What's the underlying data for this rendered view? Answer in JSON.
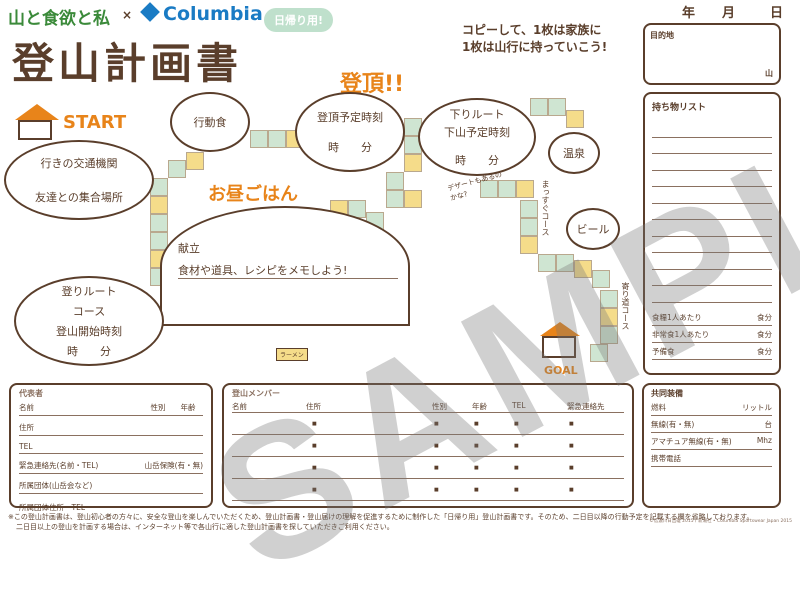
{
  "header": {
    "logo_text": "山と食欲と私",
    "cross": "×",
    "brand": "Columbia",
    "title": "登山計画書",
    "day_trip_badge": "日帰り用!",
    "note_line1": "コピーして、1枚は家族に",
    "note_line2": "1枚は山行に持っていこう!",
    "date": {
      "year": "年",
      "month": "月",
      "day": "日"
    }
  },
  "destination": {
    "label": "目的地",
    "suffix": "山"
  },
  "items_list": {
    "title": "持ち物リスト",
    "rows": [
      {
        "label": "食糧1人あたり",
        "unit": "食分"
      },
      {
        "label": "非常食1人あたり",
        "unit": "食分"
      },
      {
        "label": "予備食",
        "unit": "食分"
      }
    ]
  },
  "map": {
    "start": "START",
    "transport": "行きの交通機関",
    "meeting": "友達との集合場所",
    "snack": "行動食",
    "summit_title": "登頂!!",
    "summit_time": "登頂予定時刻",
    "hour": "時",
    "minute": "分",
    "descent_route": "下りルート",
    "descent_time": "下山予定時刻",
    "onsen": "温泉",
    "beer": "ビール",
    "straight": "まっすぐコース",
    "detour": "寄り道コース",
    "dessert": "デザートもあるのかな?",
    "lunch_title": "お昼ごはん",
    "menu": "献立",
    "menu_hint": "食材や道具、レシピをメモしよう!",
    "ascent_route": "登りルート",
    "course": "コース",
    "start_time": "登山開始時刻",
    "goal": "GOAL",
    "ramen": "ラーメン"
  },
  "leader": {
    "title": "代表者",
    "name": "名前",
    "gender": "性別",
    "age": "年齢",
    "address": "住所",
    "tel": "TEL",
    "emergency": "緊急連絡先(名前・TEL)",
    "insurance": "山岳保険(有・無)",
    "group": "所属団体(山岳会など)",
    "group_contact": "所属団体住所・TEL"
  },
  "members": {
    "title": "登山メンバー",
    "columns": [
      "名前",
      "住所",
      "性別",
      "年齢",
      "TEL",
      "緊急連絡先"
    ],
    "bullet": "■"
  },
  "equipment": {
    "title": "共同装備",
    "rows": [
      {
        "label": "燃料",
        "unit": "リットル"
      },
      {
        "label": "無線(有・無)",
        "unit": "台"
      },
      {
        "label": "アマチュア無線(有・無)",
        "unit": "Mhz"
      },
      {
        "label": "携帯電話",
        "unit": ""
      }
    ]
  },
  "footer": {
    "line1": "※この登山計画書は、登山初心者の方々に、安全な登山を楽しんでいただくため、登山計画書・登山届けの理解を促進するために制作した「日帰り用」登山計画書です。そのため、二日目以降の行動予定を記載する欄を省略しております。",
    "line2": "二日目以上の登山を計画する場合は、インターネット等で各山行に適した登山計画書を探していただきご利用ください。",
    "copyright": "©信濃川日出雄 2015 / 新潮社 • Columbia Sportswear Japan 2015"
  },
  "watermark": "SAMPLE",
  "colors": {
    "brown": "#5a3e2b",
    "orange": "#e8841a",
    "green": "#3b8a3a",
    "columbia_blue": "#1a7bc4",
    "tile_green": "#cfe5d2",
    "tile_yellow": "#f5dc8a"
  }
}
